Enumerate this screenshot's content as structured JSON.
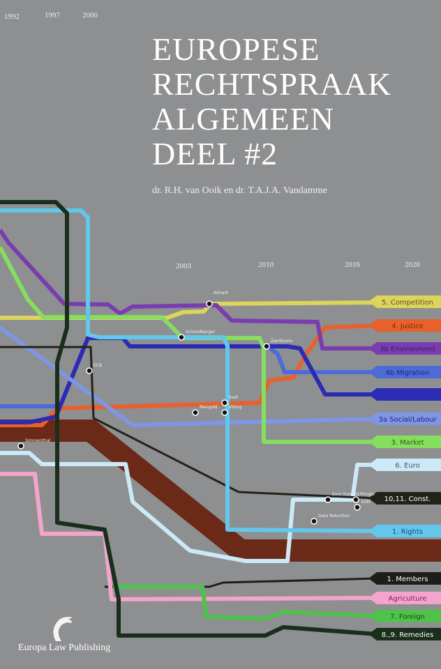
{
  "title_lines": [
    "EUROPESE",
    "RECHTSPRAAK",
    "ALGEMEEN",
    "DEEL #2"
  ],
  "authors": "dr. R.H. van Ooik en dr. T.A.J.A. Vandamme",
  "years_top": [
    "1992",
    "1997",
    "2000"
  ],
  "years_mid": [
    "2003",
    "2010",
    "2016",
    "2020"
  ],
  "publisher": "Europa Law Publishing",
  "logo_icon": "dolphin-icon",
  "lines": [
    {
      "label": "5. Competition",
      "color": "#ddd45c",
      "text": "#5a5220"
    },
    {
      "label": "4. Justice",
      "color": "#e8612c",
      "text": "#7a2a10"
    },
    {
      "label": "3b Environment",
      "color": "#7a3db0",
      "text": "#3a1a60"
    },
    {
      "label": "4b Migration",
      "color": "#4d6ad6",
      "text": "#1a2a70"
    },
    {
      "label": "",
      "color": "#2b2bb3",
      "text": "#10106a"
    },
    {
      "label": "3a Social/Labour",
      "color": "#7f95e6",
      "text": "#1c2a78"
    },
    {
      "label": "3. Market",
      "color": "#86de5e",
      "text": "#2a5a10"
    },
    {
      "label": "6. Euro",
      "color": "#cbe9f7",
      "text": "#3a5a70"
    },
    {
      "label": "10,11. Const.",
      "color": "#222218",
      "text": "#ffffff"
    },
    {
      "label": "1. Rights",
      "color": "#62c7ea",
      "text": "#1a4a7a"
    },
    {
      "label": "1. Members",
      "color": "#1d1d1a",
      "text": "#ffffff"
    },
    {
      "label": "Agriculture",
      "color": "#f2a5cc",
      "text": "#8a1a5a"
    },
    {
      "label": "7. Foreign",
      "color": "#4fc24c",
      "text": "#1a4a10"
    },
    {
      "label": "8.,9. Remedies",
      "color": "#1a2e1c",
      "text": "#ffffff"
    }
  ],
  "stations": [
    "Almark",
    "Schmidberger",
    "Zambrano",
    "Kadi",
    "Viking",
    "Mangold",
    "Data Retention",
    "Euro Summit",
    "Pringle",
    "ESM",
    "Simmenthal",
    "ECB"
  ]
}
